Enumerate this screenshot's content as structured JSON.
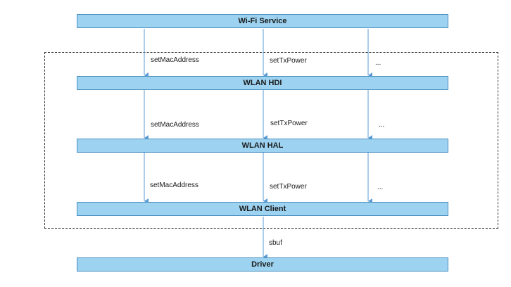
{
  "layers": {
    "wifi_service": "Wi-Fi Service",
    "wlan_hdi": "WLAN HDI",
    "wlan_hal": "WLAN HAL",
    "wlan_client": "WLAN Client",
    "driver": "Driver"
  },
  "calls": {
    "service_to_hdi": [
      "setMacAddress",
      "setTxPower",
      "..."
    ],
    "hdi_to_hal": [
      "setMacAddress",
      "setTxPower",
      "..."
    ],
    "hal_to_client": [
      "setMacAddress",
      "setTxPower",
      "..."
    ],
    "client_to_driver": "sbuf"
  },
  "colors": {
    "layer_fill": "#9dd2f0",
    "layer_border": "#4a8fbf",
    "arrow": "#5b9bd5",
    "boundary": "#333333"
  }
}
